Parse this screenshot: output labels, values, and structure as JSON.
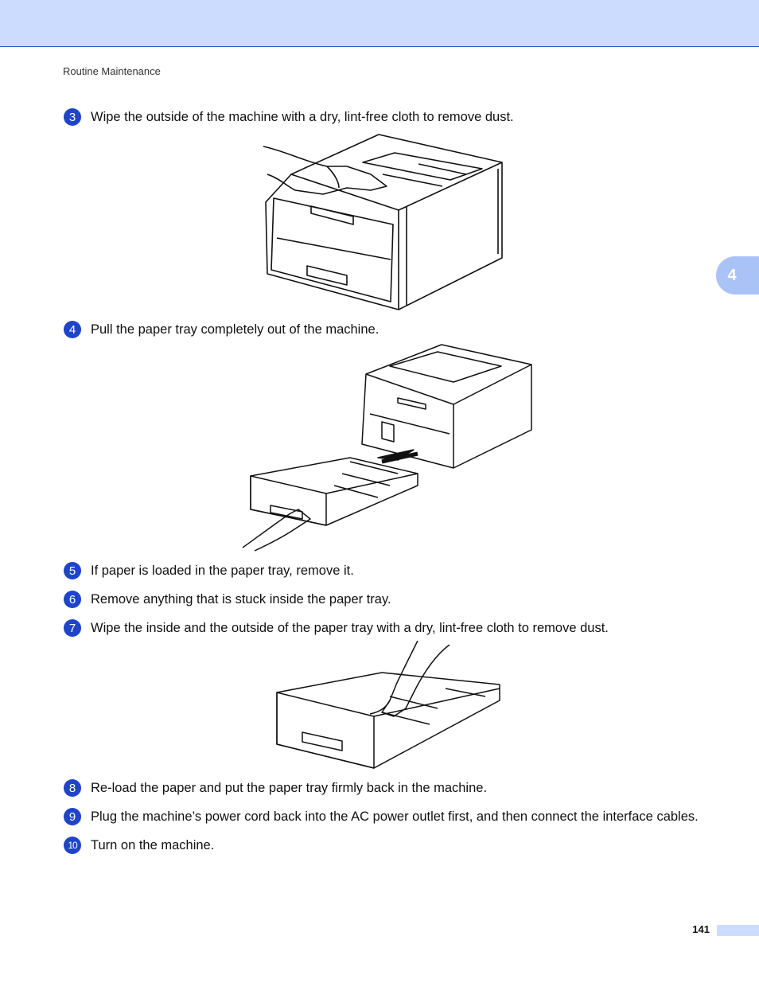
{
  "header": {
    "section": "Routine Maintenance"
  },
  "chapter_tab": "4",
  "steps": [
    {
      "number": "3",
      "text": "Wipe the outside of the machine with a dry, lint-free cloth to remove dust."
    },
    {
      "number": "4",
      "text": "Pull the paper tray completely out of the machine."
    },
    {
      "number": "5",
      "text": "If paper is loaded in the paper tray, remove it."
    },
    {
      "number": "6",
      "text": "Remove anything that is stuck inside the paper tray."
    },
    {
      "number": "7",
      "text": "Wipe the inside and the outside of the paper tray with a dry, lint-free cloth to remove dust."
    },
    {
      "number": "8",
      "text": "Re-load the paper and put the paper tray firmly back in the machine."
    },
    {
      "number": "9",
      "text": "Plug the machine’s power cord back into the AC power outlet first, and then connect the interface cables."
    },
    {
      "number": "10",
      "text": "Turn on the machine."
    }
  ],
  "footer": {
    "page_number": "141"
  }
}
